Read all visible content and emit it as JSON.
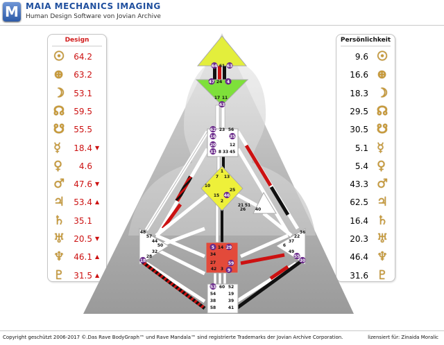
{
  "header": {
    "logo_letter": "M",
    "brand": "MAIA MECHANICS IMAGING",
    "subtitle": "Human Design Software von Jovian Archive"
  },
  "design": {
    "title": "Design",
    "title_color": "#d11a1a",
    "rows": [
      {
        "icon": "sun-icon",
        "glyph": "☉",
        "value": "64.2",
        "arrow": ""
      },
      {
        "icon": "earth-icon",
        "glyph": "⊕",
        "value": "63.2",
        "arrow": ""
      },
      {
        "icon": "moon-icon",
        "glyph": "☽",
        "value": "53.1",
        "arrow": ""
      },
      {
        "icon": "north-node-icon",
        "glyph": "☊",
        "value": "59.5",
        "arrow": ""
      },
      {
        "icon": "south-node-icon",
        "glyph": "☋",
        "value": "55.5",
        "arrow": ""
      },
      {
        "icon": "mercury-icon",
        "glyph": "☿",
        "value": "18.4",
        "arrow": "▼"
      },
      {
        "icon": "venus-icon",
        "glyph": "♀",
        "value": "4.6",
        "arrow": ""
      },
      {
        "icon": "mars-icon",
        "glyph": "♂",
        "value": "47.6",
        "arrow": "▼"
      },
      {
        "icon": "jupiter-icon",
        "glyph": "♃",
        "value": "53.4",
        "arrow": "▲"
      },
      {
        "icon": "saturn-icon",
        "glyph": "♄",
        "value": "35.1",
        "arrow": ""
      },
      {
        "icon": "uranus-icon",
        "glyph": "♅",
        "value": "20.5",
        "arrow": "▼"
      },
      {
        "icon": "neptune-icon",
        "glyph": "♆",
        "value": "46.1",
        "arrow": "▲"
      },
      {
        "icon": "pluto-icon",
        "glyph": "♇",
        "value": "31.5",
        "arrow": "▲"
      }
    ]
  },
  "personality": {
    "title": "Persönlichkeit",
    "title_color": "#111111",
    "rows": [
      {
        "icon": "sun-icon",
        "glyph": "☉",
        "value": "9.6"
      },
      {
        "icon": "earth-icon",
        "glyph": "⊕",
        "value": "16.6"
      },
      {
        "icon": "moon-icon",
        "glyph": "☽",
        "value": "18.3"
      },
      {
        "icon": "north-node-icon",
        "glyph": "☊",
        "value": "29.5"
      },
      {
        "icon": "south-node-icon",
        "glyph": "☋",
        "value": "30.5"
      },
      {
        "icon": "mercury-icon",
        "glyph": "☿",
        "value": "5.1"
      },
      {
        "icon": "venus-icon",
        "glyph": "♀",
        "value": "5.4"
      },
      {
        "icon": "mars-icon",
        "glyph": "♂",
        "value": "43.3"
      },
      {
        "icon": "jupiter-icon",
        "glyph": "♃",
        "value": "62.5"
      },
      {
        "icon": "saturn-icon",
        "glyph": "♄",
        "value": "16.4"
      },
      {
        "icon": "uranus-icon",
        "glyph": "♅",
        "value": "20.3"
      },
      {
        "icon": "neptune-icon",
        "glyph": "♆",
        "value": "46.4"
      },
      {
        "icon": "pluto-icon",
        "glyph": "♇",
        "value": "31.6"
      }
    ]
  },
  "bodygraph": {
    "head": [
      "64",
      "61",
      "63"
    ],
    "ajna_top": [
      "47",
      "24",
      "4"
    ],
    "ajna_bottom": [
      "17",
      "11",
      "43"
    ],
    "throat": [
      "62",
      "23",
      "56",
      "16",
      "35",
      "20",
      "12",
      "31",
      "8",
      "33",
      "45"
    ],
    "g_center": [
      "1",
      "7",
      "13",
      "10",
      "25",
      "15",
      "46",
      "2"
    ],
    "ego": [
      "21",
      "51",
      "26",
      "40"
    ],
    "spleen": [
      "48",
      "57",
      "44",
      "50",
      "32",
      "28",
      "18"
    ],
    "solar_plexus": [
      "36",
      "22",
      "37",
      "6",
      "49",
      "55",
      "30"
    ],
    "sacral": [
      "5",
      "14",
      "29",
      "34",
      "27",
      "42",
      "3",
      "59",
      "9"
    ],
    "root": [
      "53",
      "60",
      "52",
      "54",
      "19",
      "38",
      "39",
      "58",
      "41"
    ]
  },
  "colors": {
    "design": "#cc1111",
    "personality": "#111111",
    "head": "#e0ee3a",
    "ajna": "#7ee03a",
    "sacral": "#e34a3a",
    "g_center": "#eef03a",
    "accent": "#1f4f9e"
  },
  "footer": {
    "copyright": "Copyright geschützt 2006-2017 ©.Das Rave BodyGraph™ und Rave Mandala™ sind registrierte Trademarks der Jovian Archive Corporation.",
    "license": "lizensiert für: Zinaida Moralic"
  }
}
